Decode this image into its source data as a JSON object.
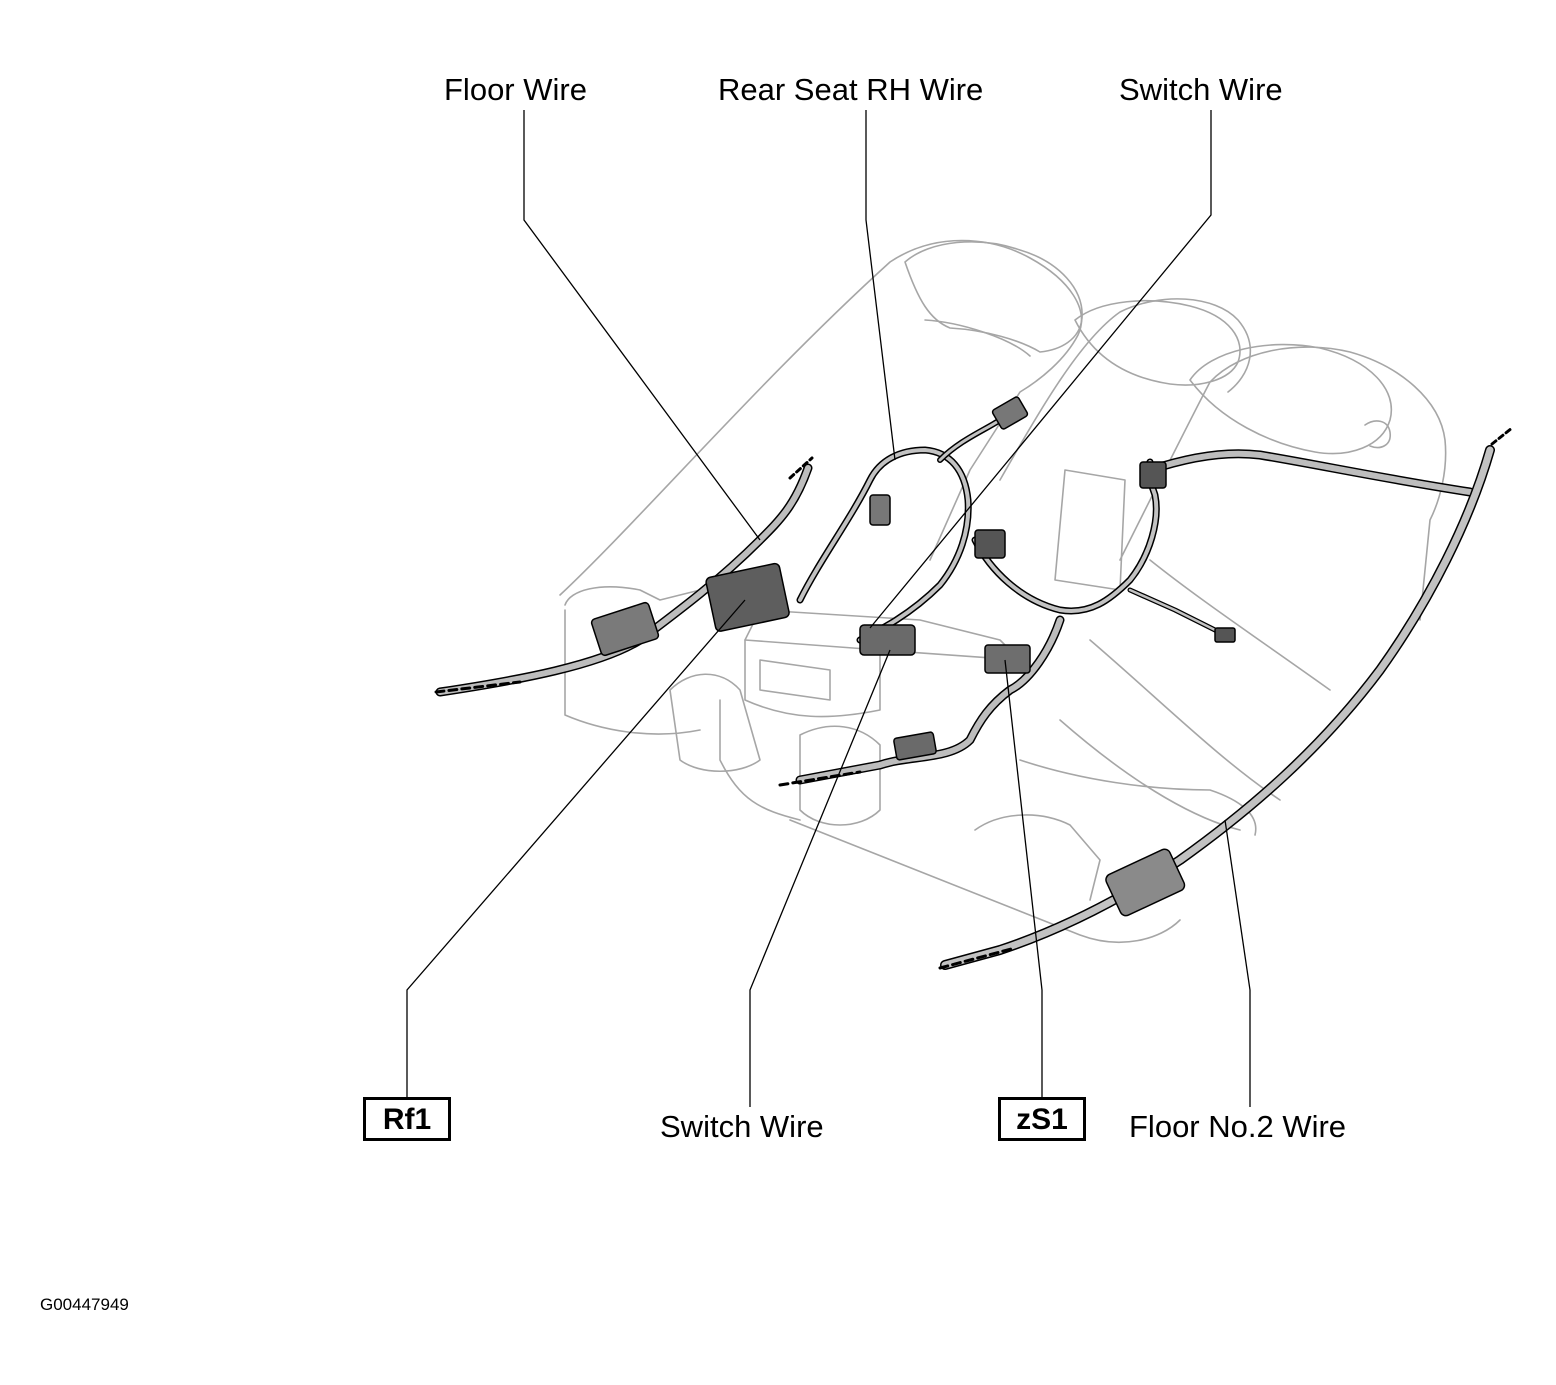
{
  "labels": {
    "floor_wire": "Floor Wire",
    "rear_seat_rh_wire": "Rear Seat RH Wire",
    "switch_wire_top": "Switch Wire",
    "rf1": "Rf1",
    "switch_wire_bottom": "Switch Wire",
    "zs1": "zS1",
    "floor_no2_wire": "Floor No.2 Wire"
  },
  "figure_id": "G00447949",
  "colors": {
    "line": "#000000",
    "outline": "#9a9a9a",
    "harness_fill": "#b8b8b8",
    "connector_fill": "#6e6e6e",
    "background": "#ffffff"
  }
}
